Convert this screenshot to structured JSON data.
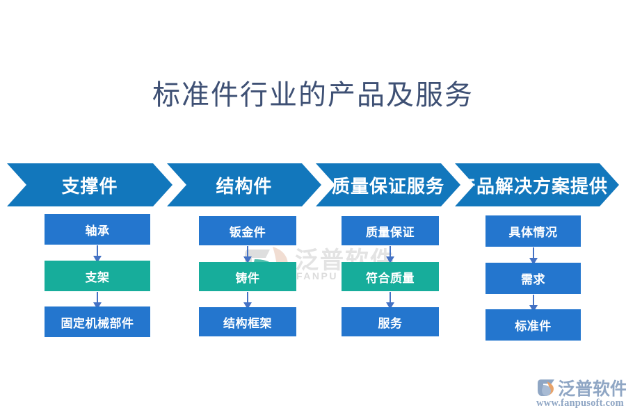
{
  "page": {
    "title": "标准件行业的产品及服务",
    "background_color": "#ffffff",
    "title_color": "#3e5074"
  },
  "colors": {
    "chevron": "#1277bc",
    "node_blue": "#2476ce",
    "node_teal": "#17ad9b",
    "arrow": "#4472c4",
    "watermark_text": "#e3e3e3",
    "watermark_mark": "#2fb39f",
    "brand_text": "#8fa6c4",
    "brand_mark_accent": "#e8a36a"
  },
  "chevrons": [
    {
      "label": "支撑件"
    },
    {
      "label": "结构件"
    },
    {
      "label": "质量保证服务"
    },
    {
      "label": "产品解决方案提供"
    }
  ],
  "columns": [
    {
      "header": "支撑件",
      "nodes": [
        {
          "label": "轴承",
          "style": "blue"
        },
        {
          "label": "支架",
          "style": "teal"
        },
        {
          "label": "固定机械部件",
          "style": "blue"
        }
      ]
    },
    {
      "header": "结构件",
      "nodes": [
        {
          "label": "钣金件",
          "style": "blue"
        },
        {
          "label": "铸件",
          "style": "teal"
        },
        {
          "label": "结构框架",
          "style": "blue"
        }
      ]
    },
    {
      "header": "质量保证服务",
      "nodes": [
        {
          "label": "质量保证",
          "style": "blue"
        },
        {
          "label": "符合质量",
          "style": "teal"
        },
        {
          "label": "服务",
          "style": "blue"
        }
      ]
    },
    {
      "header": "产品解决方案提供",
      "nodes": [
        {
          "label": "具体情况",
          "style": "blue"
        },
        {
          "label": "需求",
          "style": "blue"
        },
        {
          "label": "标准件",
          "style": "blue"
        }
      ]
    }
  ],
  "watermark": {
    "text": "泛普软件",
    "subtext": "FANPU SOFTWARE",
    "mark_icon": "fanpu-leaf-icon"
  },
  "brand": {
    "name": "泛普软件",
    "url": "www.fanpusoft.com",
    "mark_icon": "fanpu-logo-icon"
  }
}
